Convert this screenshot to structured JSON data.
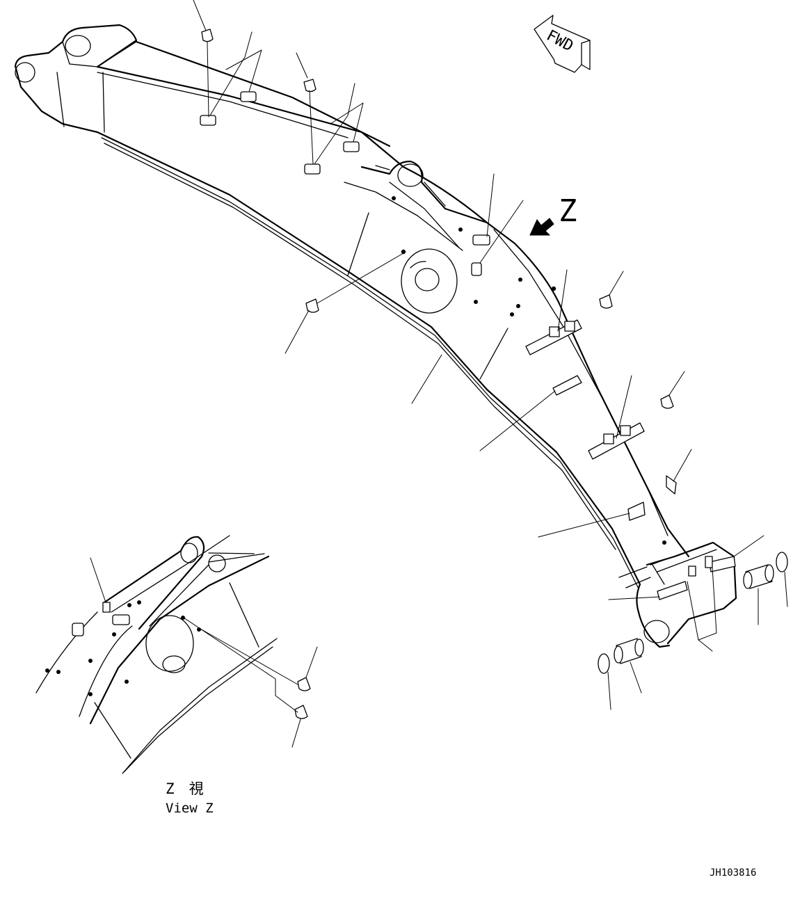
{
  "diagram": {
    "fwd_label": "FWD",
    "view_arrow_label": "Z",
    "view_caption_jp": "Z　視",
    "view_caption_en": "View Z",
    "drawing_number": "JH103816"
  }
}
